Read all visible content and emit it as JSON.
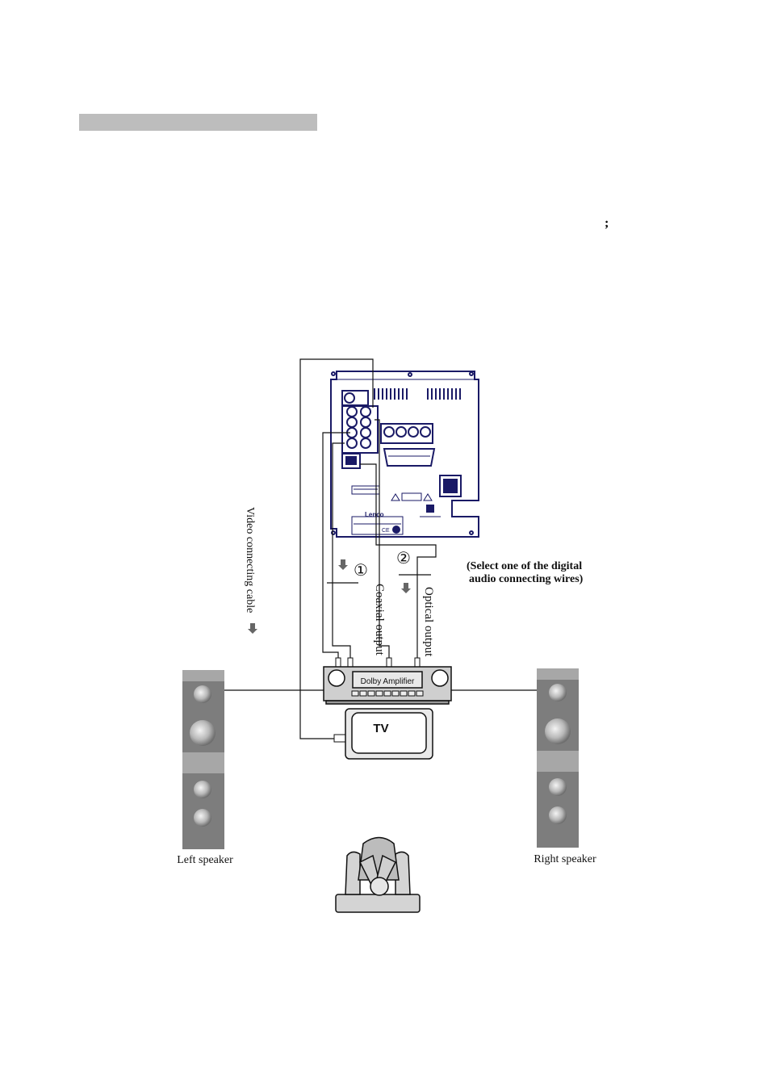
{
  "page": {
    "semicolon": ";"
  },
  "diagram": {
    "player_brand": "Lenco",
    "ce_mark": "CE",
    "amplifier_label": "Dolby Amplifier",
    "tv_label": "TV",
    "left_speaker_label": "Left speaker",
    "right_speaker_label": "Right speaker",
    "video_cable_label": "Video connecting cable",
    "coaxial_label": "Coaxial output",
    "optical_label": "Optical output",
    "marker_1": "①",
    "marker_2": "②",
    "note_line1": "(Select one of the digital",
    "note_line2": "audio connecting wires)"
  },
  "colors": {
    "player_outline": "#1a1a66",
    "speaker_dark": "#7d7d7d",
    "speaker_light": "#a7a7a7",
    "line": "#111111"
  }
}
